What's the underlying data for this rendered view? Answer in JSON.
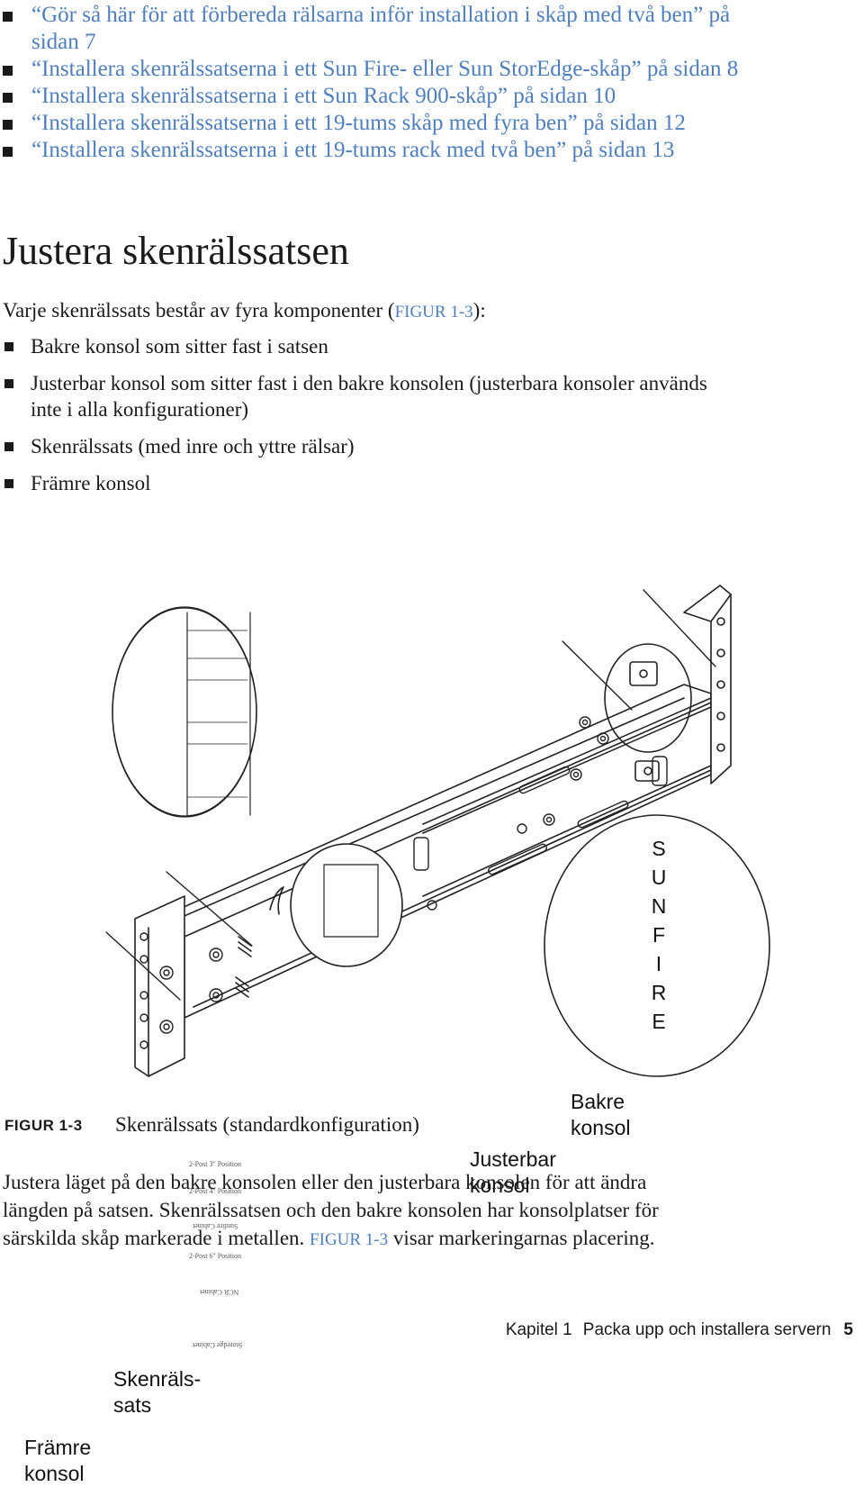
{
  "xrefs": [
    {
      "line1": "“Gör så här för att förbereda rälsarna inför installation i skåp med två ben” på",
      "line2": "sidan 7"
    },
    {
      "line1": "“Installera skenrälssatserna i ett Sun Fire- eller Sun StorEdge-skåp” på sidan 8"
    },
    {
      "line1": "“Installera skenrälssatserna i ett Sun Rack 900-skåp” på sidan 10"
    },
    {
      "line1": "“Installera skenrälssatserna i ett 19-tums skåp med fyra ben” på sidan 12"
    },
    {
      "line1": "“Installera skenrälssatserna i ett 19-tums rack med två ben” på sidan 13"
    }
  ],
  "heading": "Justera skenrälssatsen",
  "intro": {
    "before": "Varje skenrälssats består av fyra komponenter (",
    "figref": "FIGUR 1-3",
    "after": "):"
  },
  "components": [
    {
      "line1": "Bakre konsol som sitter fast i satsen"
    },
    {
      "line1": "Justerbar konsol som sitter fast i den bakre konsolen (justerbara konsoler används",
      "line2": "inte i alla konfigurationer)"
    },
    {
      "line1": "Skenrälssats (med inre och yttre rälsar)"
    },
    {
      "line1": "Främre konsol"
    }
  ],
  "figure": {
    "callouts": {
      "bakre_1": "Bakre",
      "bakre_2": "konsol",
      "justerbar_1": "Justerbar",
      "justerbar_2": "konsol",
      "skenrals_1": "Skenräls-",
      "skenrals_2": "sats",
      "framre_1": "Främre",
      "framre_2": "konsol"
    },
    "sunfire_letters": [
      "S",
      "U",
      "N",
      "F",
      "I",
      "R",
      "E"
    ],
    "magnified_marks": {
      "m1": "2-Post 3\" Position",
      "m2": "2-Post 4\" Position",
      "m3": "Sunfire Cabinet",
      "m4": "2-Post 6\" Position",
      "m5": "NCR Cabinet",
      "m6": "Storedge Cabinet"
    },
    "label": "FIGUR 1-3",
    "caption": "Skenrälssats (standardkonfiguration)"
  },
  "body": {
    "line1": "Justera läget på den bakre konsolen eller den justerbara konsolen för att ändra",
    "line2": "längden på satsen. Skenrälssatsen och den bakre konsolen har konsolplatser för",
    "line3_before": "särskilda skåp markerade i metallen. ",
    "line3_figref": "FIGUR 1-3",
    "line3_after": " visar markeringarnas placering."
  },
  "footer": {
    "chapter": "Kapitel 1",
    "title": "Packa upp och installera servern",
    "page": "5"
  },
  "colors": {
    "link": "#4f7fbf",
    "text": "#1a1a1a"
  }
}
